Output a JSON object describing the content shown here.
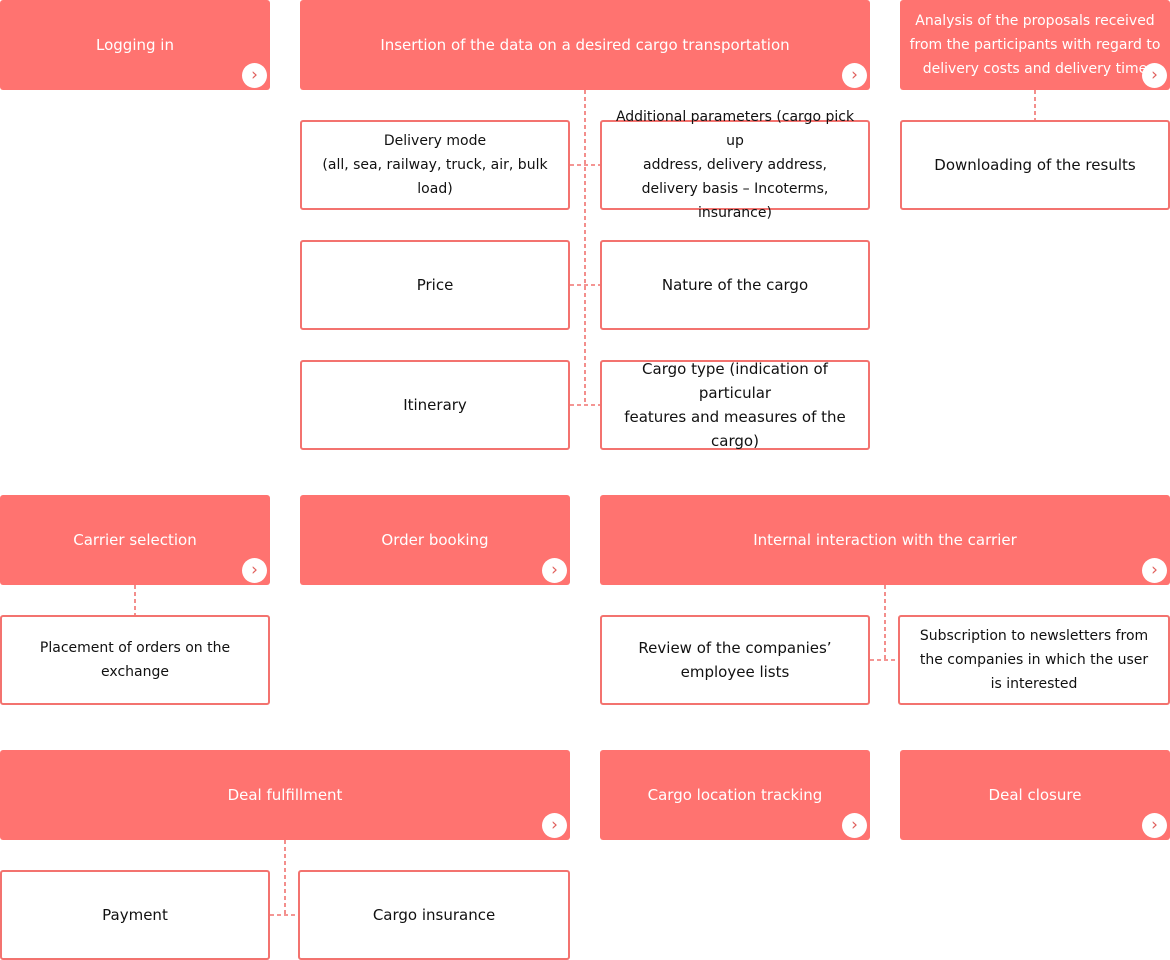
{
  "icons": {
    "arrow": "chevron-right-icon",
    "arrow_glyph": "›"
  },
  "colors": {
    "accent": "#ff7370",
    "border": "#f3736f",
    "text": "#111111",
    "header_text": "#ffffff"
  },
  "nodes": {
    "logging_in": "Logging in",
    "insertion": "Insertion of the data on a desired cargo transportation",
    "analysis": "Analysis of the proposals received\nfrom the participants with regard to\ndelivery costs and delivery time",
    "delivery_mode": "Delivery mode\n(all, sea, railway, truck, air, bulk load)",
    "additional_params": "Additional parameters (cargo pick up\naddress, delivery address,\ndelivery basis – Incoterms, insurance)",
    "downloading": "Downloading of the results",
    "price": "Price",
    "nature": "Nature of the cargo",
    "itinerary": "Itinerary",
    "cargo_type": "Cargo type (indication of particular\nfeatures and measures of the cargo)",
    "carrier_selection": "Carrier selection",
    "order_booking": "Order booking",
    "internal_interaction": "Internal interaction with the carrier",
    "placement": "Placement of orders on the exchange",
    "review": "Review of the companies’\nemployee lists",
    "subscription": "Subscription to newsletters from\nthe companies in which the user\nis interested",
    "deal_fulfillment": "Deal fulfillment",
    "cargo_tracking": "Cargo location tracking",
    "deal_closure": "Deal closure",
    "payment": "Payment",
    "cargo_insurance": "Cargo insurance"
  }
}
